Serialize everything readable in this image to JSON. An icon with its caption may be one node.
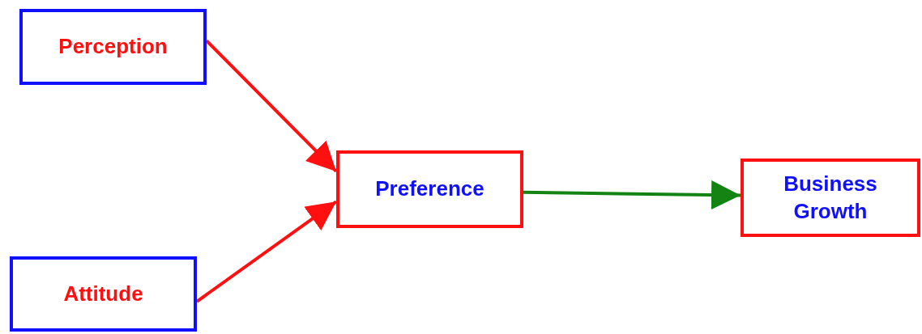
{
  "diagram": {
    "nodes": [
      {
        "text": [
          "Perception"
        ]
      },
      {
        "text": [
          "Attitude"
        ]
      },
      {
        "text": [
          "Preference"
        ]
      },
      {
        "text": [
          "Business Growth"
        ]
      }
    ],
    "edges": [
      {
        "from": 0,
        "to": 2,
        "arrow": "to"
      },
      {
        "from": 1,
        "to": 2,
        "arrow": "to"
      },
      {
        "from": 2,
        "to": 3,
        "arrow": "to",
        "color": "#138413"
      }
    ]
  }
}
